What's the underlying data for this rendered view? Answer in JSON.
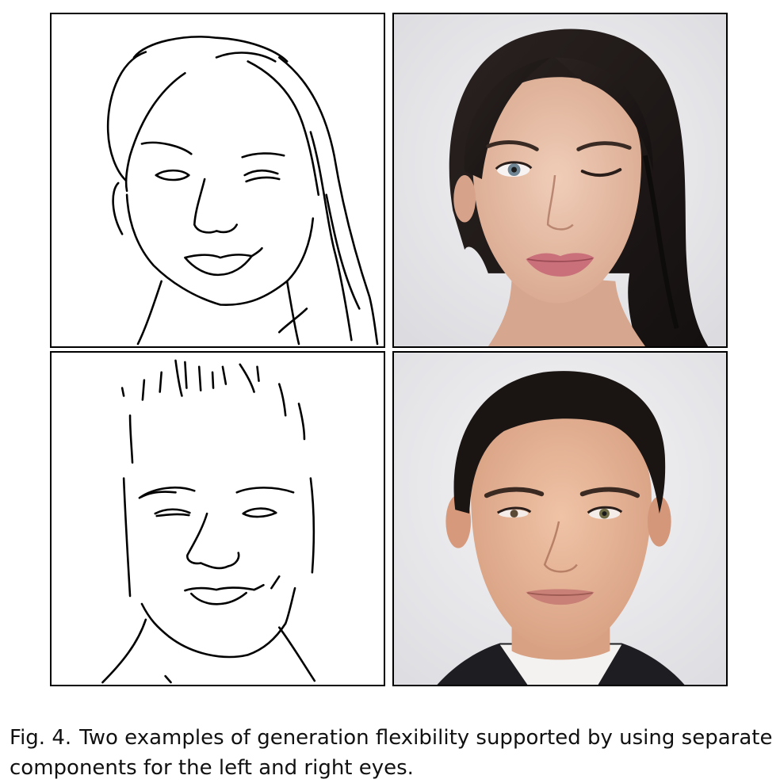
{
  "figure": {
    "label": "Fig. 4.",
    "caption": "Two examples of generation flexibility supported by using separate components for the left and right eyes."
  },
  "panels": [
    {
      "kind": "sketch",
      "subject": "woman, long hair, right eye closed"
    },
    {
      "kind": "photo",
      "subject": "woman, long dark hair, winking"
    },
    {
      "kind": "sketch",
      "subject": "man, short hair, left eye squinting"
    },
    {
      "kind": "photo",
      "subject": "man, short dark hair, smiling"
    }
  ],
  "colors": {
    "photo_background": "#e9e9eb",
    "hair_dark": "#1c1716",
    "skin_light": "#e8bfa9",
    "skin_warm": "#e3b193",
    "lips": "#c9707a",
    "suit": "#1e1e22",
    "shirt": "#f4f2f0"
  }
}
